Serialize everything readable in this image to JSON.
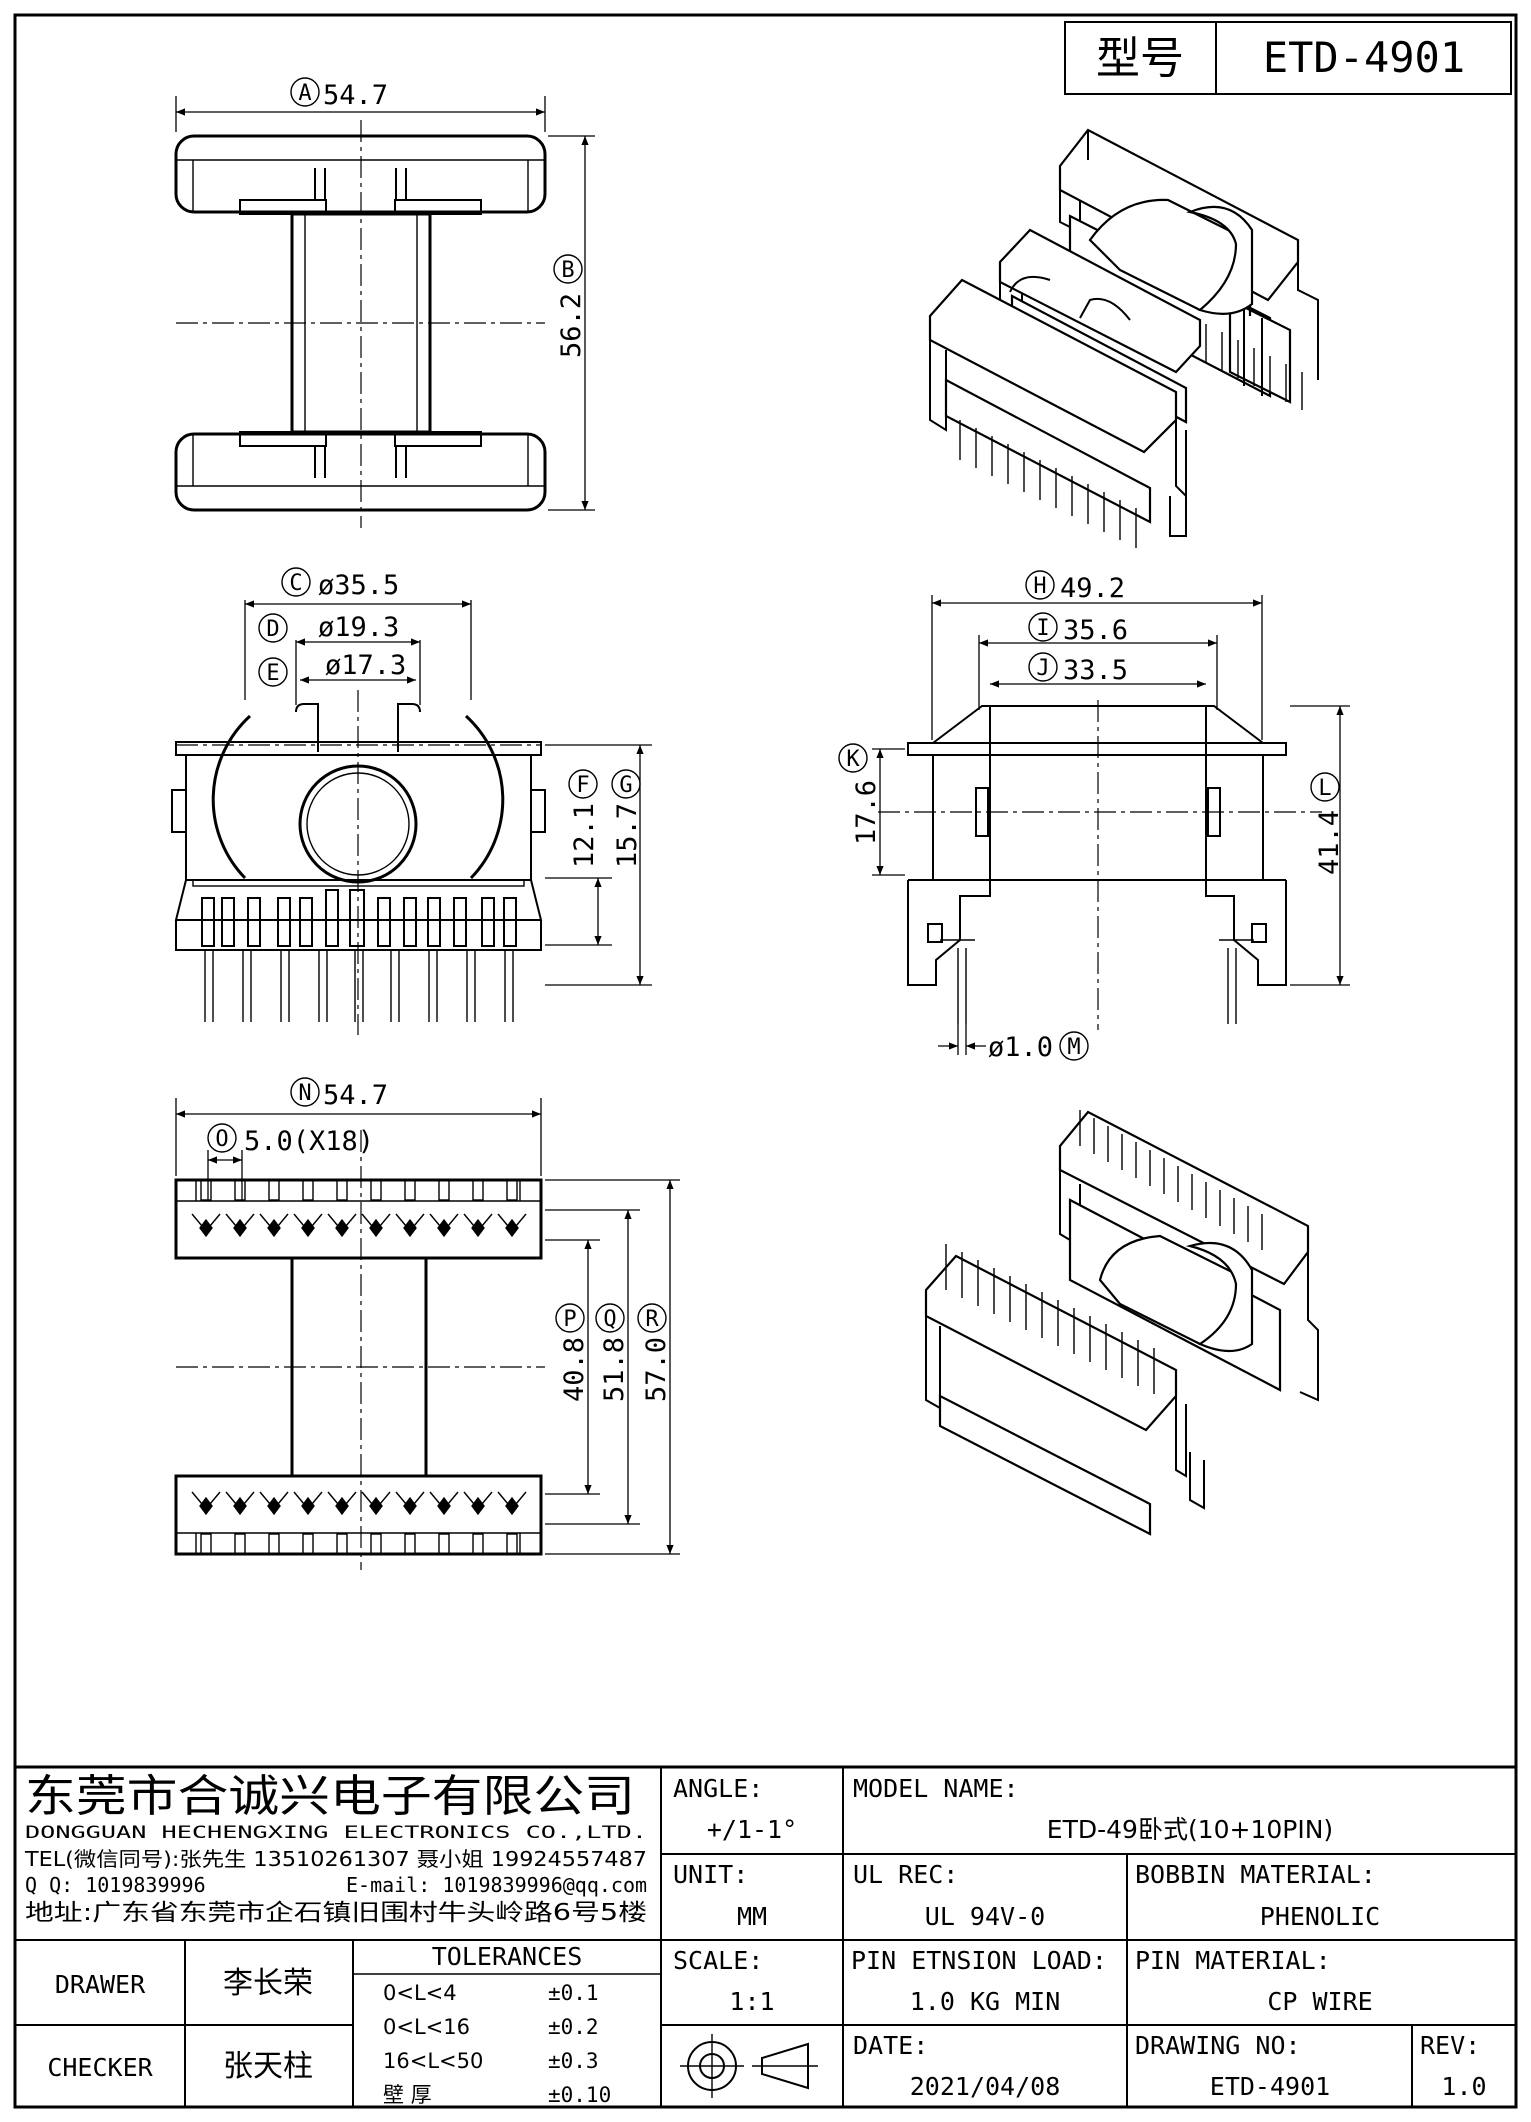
{
  "header": {
    "model_label": "型号",
    "model_value": "ETD-4901"
  },
  "dimensions": {
    "A": {
      "letter": "A",
      "value": "54.7"
    },
    "B": {
      "letter": "B",
      "value": "56.2"
    },
    "C": {
      "letter": "C",
      "value": "ø35.5"
    },
    "D": {
      "letter": "D",
      "value": "ø19.3"
    },
    "E": {
      "letter": "E",
      "value": "ø17.3"
    },
    "F": {
      "letter": "F",
      "value": "12.1"
    },
    "G": {
      "letter": "G",
      "value": "15.7"
    },
    "H": {
      "letter": "H",
      "value": "49.2"
    },
    "I": {
      "letter": "I",
      "value": "35.6"
    },
    "J": {
      "letter": "J",
      "value": "33.5"
    },
    "K": {
      "letter": "K",
      "value": "17.6"
    },
    "L": {
      "letter": "L",
      "value": "41.4"
    },
    "M": {
      "letter": "M",
      "value": "ø1.0"
    },
    "N": {
      "letter": "N",
      "value": "54.7"
    },
    "O": {
      "letter": "O",
      "value": "5.0(X18)"
    },
    "P": {
      "letter": "P",
      "value": "40.8"
    },
    "Q": {
      "letter": "Q",
      "value": "51.8"
    },
    "R": {
      "letter": "R",
      "value": "57.0"
    }
  },
  "company": {
    "name_cn": "东莞市合诚兴电子有限公司",
    "name_en": "DONGGUAN HECHENGXING ELECTRONICS CO.,LTD.",
    "tel": "TEL(微信同号):张先生 13510261307 聂小姐 19924557487",
    "qq": "Q Q: 1019839996",
    "email": "E-mail: 1019839996@qq.com",
    "address": "地址:广东省东莞市企石镇旧围村牛头岭路6号5楼"
  },
  "title_block": {
    "angle_label": "ANGLE:",
    "angle_value": "+/1-1°",
    "model_name_label": "MODEL NAME:",
    "model_name_value": "ETD-49卧式(10+10PIN)",
    "unit_label": "UNIT:",
    "unit_value": "MM",
    "ul_label": "UL REC:",
    "ul_value": "UL 94V-0",
    "bobbin_label": "BOBBIN MATERIAL:",
    "bobbin_value": "PHENOLIC",
    "scale_label": "SCALE:",
    "scale_value": "1:1",
    "pin_load_label": "PIN ETNSION LOAD:",
    "pin_load_value": "1.0 KG MIN",
    "pin_material_label": "PIN MATERIAL:",
    "pin_material_value": "CP WIRE",
    "date_label": "DATE:",
    "date_value": "2021/04/08",
    "drawing_no_label": "DRAWING NO:",
    "drawing_no_value": "ETD-4901",
    "rev_label": "REV:",
    "rev_value": "1.0",
    "drawer_label": "DRAWER",
    "drawer_name": "李长荣",
    "checker_label": "CHECKER",
    "checker_name": "张天柱",
    "tolerances_label": "TOLERANCES",
    "tolerances": [
      {
        "range": "0<L<4",
        "value": "±0.1"
      },
      {
        "range": "0<L<16",
        "value": "±0.2"
      },
      {
        "range": "16<L<50",
        "value": "±0.3"
      },
      {
        "range": "壁 厚",
        "value": "±0.10"
      }
    ]
  }
}
